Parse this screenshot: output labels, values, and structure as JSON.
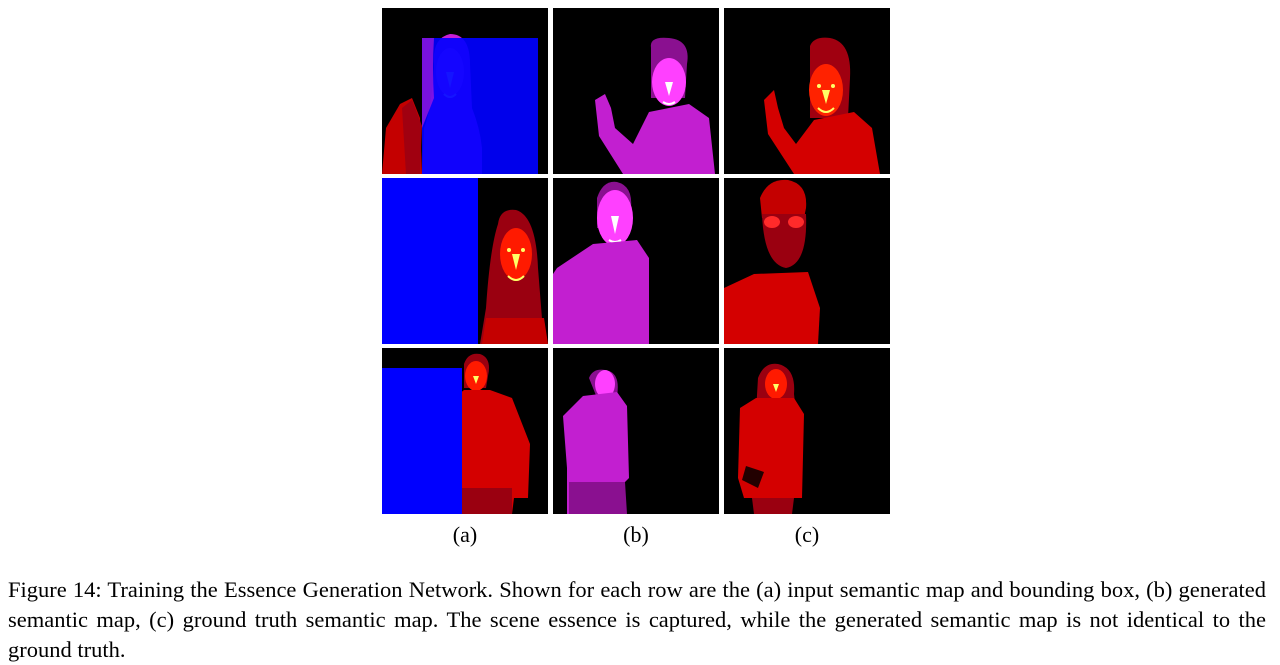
{
  "figure": {
    "columns": [
      {
        "key": "a",
        "label": "(a)"
      },
      {
        "key": "b",
        "label": "(b)"
      },
      {
        "key": "c",
        "label": "(c)"
      }
    ],
    "colors": {
      "background": "#000000",
      "bounding_box": "#0000ff",
      "body_red": "#d40000",
      "hair_dark_red": "#9a0010",
      "face_red": "#ff1a00",
      "body_magenta": "#c21fd0",
      "face_magenta": "#ff33ff",
      "facial_features": "#ffff66"
    }
  },
  "caption": "Figure 14: Training the Essence Generation Network. Shown for each row are the (a) input semantic map and bounding box, (b) generated semantic map, (c) ground truth semantic map. The scene essence is captured, while the generated semantic map is not identical to the ground truth."
}
